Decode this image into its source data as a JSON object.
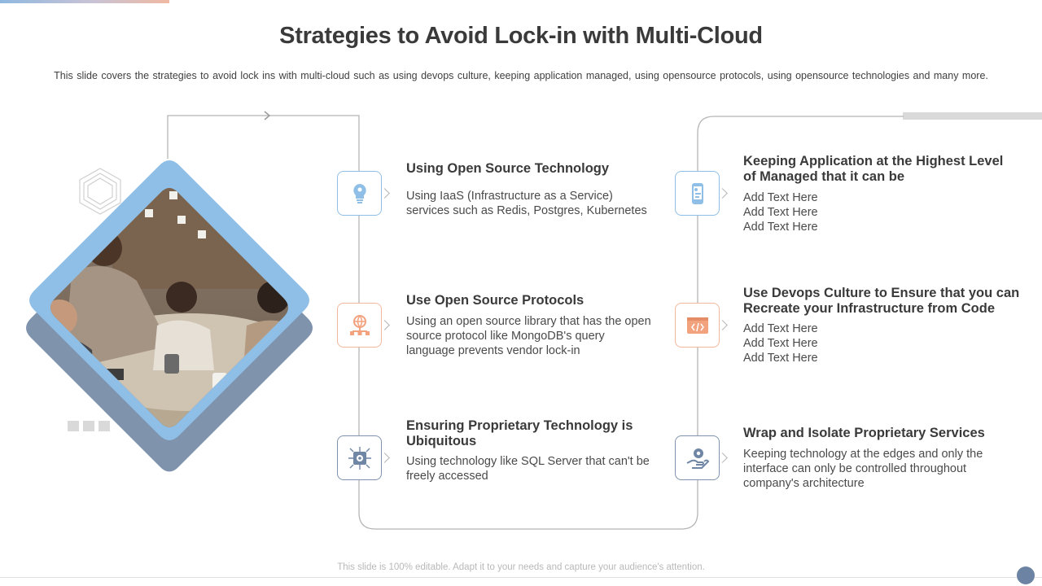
{
  "slide": {
    "title": "Strategies to Avoid Lock-in with Multi-Cloud",
    "subtitle": "This slide covers the strategies to avoid  lock ins with multi-cloud such as using devops culture, keeping application managed, using opensource protocols, using opensource technologies and many more.",
    "footer": "This slide is 100% editable. Adapt it to your needs and capture your audience's attention."
  },
  "colors": {
    "blue": "#8fbfe6",
    "orange": "#f3b79d",
    "slate": "#7f93ad",
    "title": "#3a3a3a"
  },
  "left_items": [
    {
      "icon": "lightbulb-gear-icon",
      "heading": "Using Open Source Technology",
      "body": [
        "Using IaaS (Infrastructure as a Service)",
        "services such as Redis, Postgres, Kubernetes"
      ]
    },
    {
      "icon": "globe-network-icon",
      "heading": "Use Open Source Protocols",
      "body": [
        "Using an open source library that has the open",
        "source protocol like MongoDB's query",
        "language prevents vendor lock-in"
      ]
    },
    {
      "icon": "chip-gear-icon",
      "heading_lines": [
        "Ensuring Proprietary  Technology is",
        "Ubiquitous"
      ],
      "body": [
        "Using technology like SQL Server that can't be",
        "freely accessed"
      ]
    }
  ],
  "right_items": [
    {
      "icon": "mobile-app-icon",
      "heading_lines": [
        "Keeping Application  at the Highest Level",
        "of Managed that it can be"
      ],
      "body": [
        "Add Text Here",
        "Add Text Here",
        "Add Text Here"
      ]
    },
    {
      "icon": "code-window-icon",
      "heading_lines": [
        "Use Devops Culture to Ensure that you can",
        "Recreate your Infrastructure from Code"
      ],
      "body": [
        "Add Text Here",
        "Add Text Here",
        "Add Text Here"
      ]
    },
    {
      "icon": "hand-gear-icon",
      "heading": "Wrap and Isolate Proprietary Services",
      "body": [
        "Keeping technology at the edges and only the",
        "interface can only be controlled throughout",
        "company's architecture"
      ]
    }
  ]
}
